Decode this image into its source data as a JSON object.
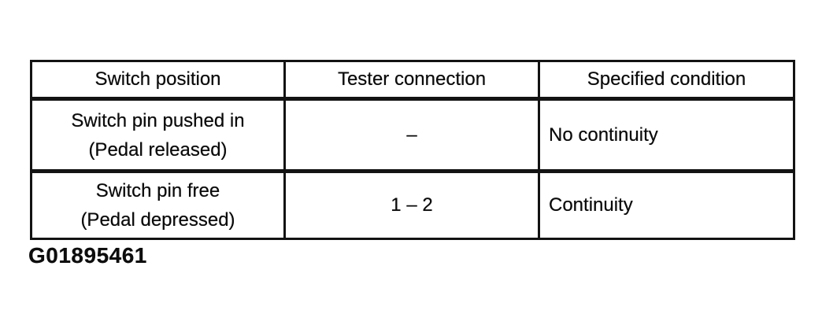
{
  "document": {
    "figure_id": "G01895461"
  },
  "table": {
    "headers": [
      "Switch position",
      "Tester connection",
      "Specified condition"
    ],
    "rows": [
      {
        "switch_position": [
          "Switch pin pushed in",
          "(Pedal released)"
        ],
        "tester_connection": "–",
        "specified_condition": "No continuity"
      },
      {
        "switch_position": [
          "Switch pin free",
          "(Pedal depressed)"
        ],
        "tester_connection": "1 – 2",
        "specified_condition": "Continuity"
      }
    ]
  }
}
